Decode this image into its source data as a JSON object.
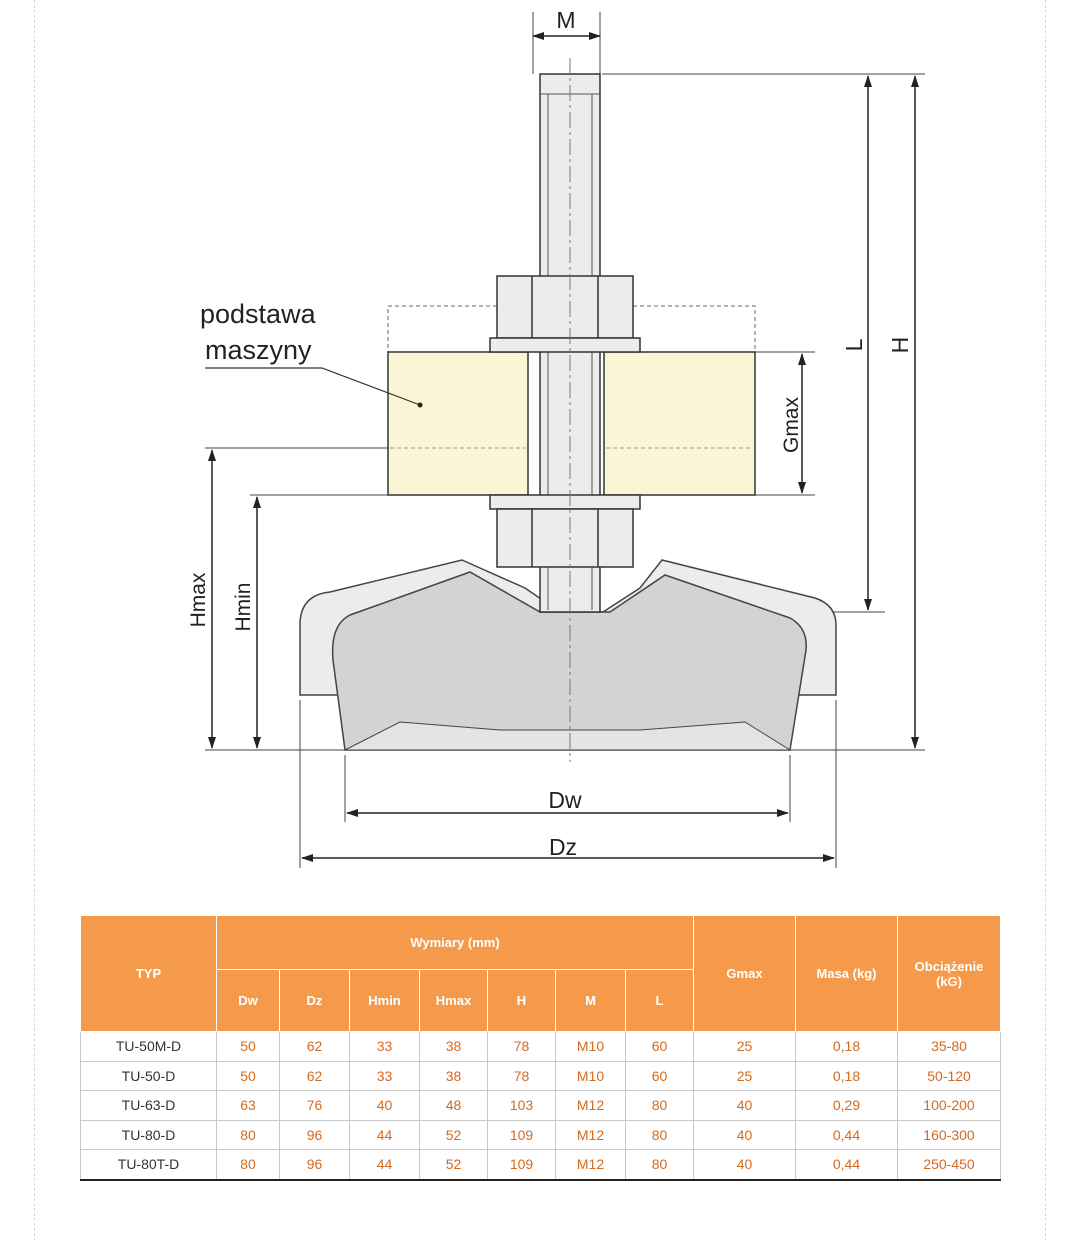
{
  "diagram": {
    "label_base_line1": "podstawa",
    "label_base_line2": "maszyny",
    "dim_M": "M",
    "dim_L": "L",
    "dim_H": "H",
    "dim_Gmax": "Gmax",
    "dim_Hmax": "Hmax",
    "dim_Hmin": "Hmin",
    "dim_Dw": "Dw",
    "dim_Dz": "Dz"
  },
  "table": {
    "header": {
      "typ": "TYP",
      "wymiary": "Wymiary (mm)",
      "sub": [
        "Dw",
        "Dz",
        "Hmin",
        "Hmax",
        "H",
        "M",
        "L"
      ],
      "gmax": "Gmax",
      "masa": "Masa (kg)",
      "obc_line1": "Obciążenie",
      "obc_line2": "(kG)"
    },
    "rows": [
      [
        "TU-50M-D",
        "50",
        "62",
        "33",
        "38",
        "78",
        "M10",
        "60",
        "25",
        "0,18",
        "35-80"
      ],
      [
        "TU-50-D",
        "50",
        "62",
        "33",
        "38",
        "78",
        "M10",
        "60",
        "25",
        "0,18",
        "50-120"
      ],
      [
        "TU-63-D",
        "63",
        "76",
        "40",
        "48",
        "103",
        "M12",
        "80",
        "40",
        "0,29",
        "100-200"
      ],
      [
        "TU-80-D",
        "80",
        "96",
        "44",
        "52",
        "109",
        "M12",
        "80",
        "40",
        "0,44",
        "160-300"
      ],
      [
        "TU-80T-D",
        "80",
        "96",
        "44",
        "52",
        "109",
        "M12",
        "80",
        "40",
        "0,44",
        "250-450"
      ]
    ]
  },
  "colors": {
    "header_orange": "#f59a4b",
    "value_orange": "#d46a1f",
    "base_fill": "#fbf5d6",
    "rubber_fill": "#d3d3d3",
    "steel_fill": "#ececec"
  }
}
